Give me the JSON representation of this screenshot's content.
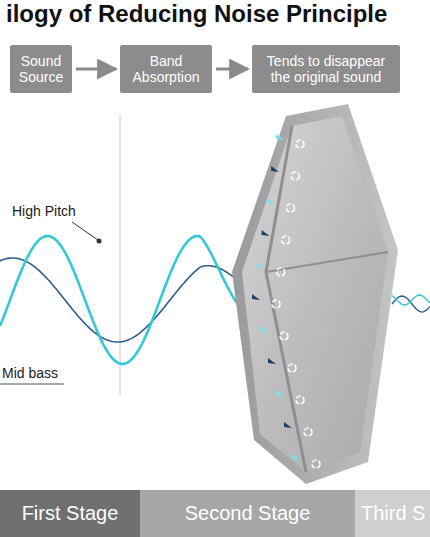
{
  "diagram": {
    "title": "ilogy of Reducing Noise Principle",
    "nodes": [
      {
        "text": [
          "Sound Source"
        ]
      },
      {
        "text": [
          "Band Absorption"
        ]
      },
      {
        "text": [
          "Tends to disappear the original sound"
        ]
      },
      {
        "text": [
          "First Stage"
        ]
      },
      {
        "text": [
          "Second Stage"
        ]
      },
      {
        "text": [
          "Third S"
        ]
      }
    ],
    "edges": [
      {
        "from": 0,
        "to": 1,
        "arrow": "to"
      },
      {
        "from": 1,
        "to": 2,
        "arrow": "to"
      }
    ],
    "labels": [
      "High Pitch",
      "Mid bass"
    ]
  }
}
